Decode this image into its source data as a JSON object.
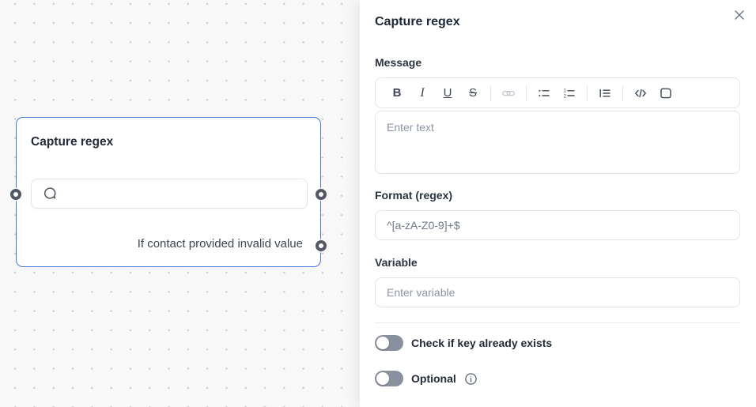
{
  "colors": {
    "node_selected_border": "#4478d4",
    "canvas_bg": "#f8f8f8",
    "panel_bg": "#ffffff",
    "toggle_off_track": "#8a919e",
    "icon_gray": "#3f4856",
    "disabled_icon": "#c3c9d2",
    "placeholder_gray": "#8d95a5"
  },
  "canvas": {
    "node": {
      "title": "Capture regex",
      "error_label": "If contact provided invalid value",
      "ports": [
        "input-left",
        "output-right",
        "error-output-right"
      ]
    }
  },
  "panel": {
    "title": "Capture regex",
    "message": {
      "label": "Message",
      "placeholder": "Enter text",
      "toolbar": {
        "bold": "B",
        "italic": "I",
        "underline": "U",
        "strikethrough": "S",
        "icons": [
          "link-icon",
          "bulleted-list-icon",
          "numbered-list-icon",
          "blockquote-icon",
          "code-icon",
          "code-block-icon"
        ]
      }
    },
    "format": {
      "label": "Format (regex)",
      "value": "^[a-zA-Z0-9]+$"
    },
    "variable": {
      "label": "Variable",
      "placeholder": "Enter variable"
    },
    "toggles": [
      {
        "label": "Check if key already exists",
        "state": "off"
      },
      {
        "label": "Optional",
        "state": "off",
        "has_info_icon": true
      }
    ]
  }
}
